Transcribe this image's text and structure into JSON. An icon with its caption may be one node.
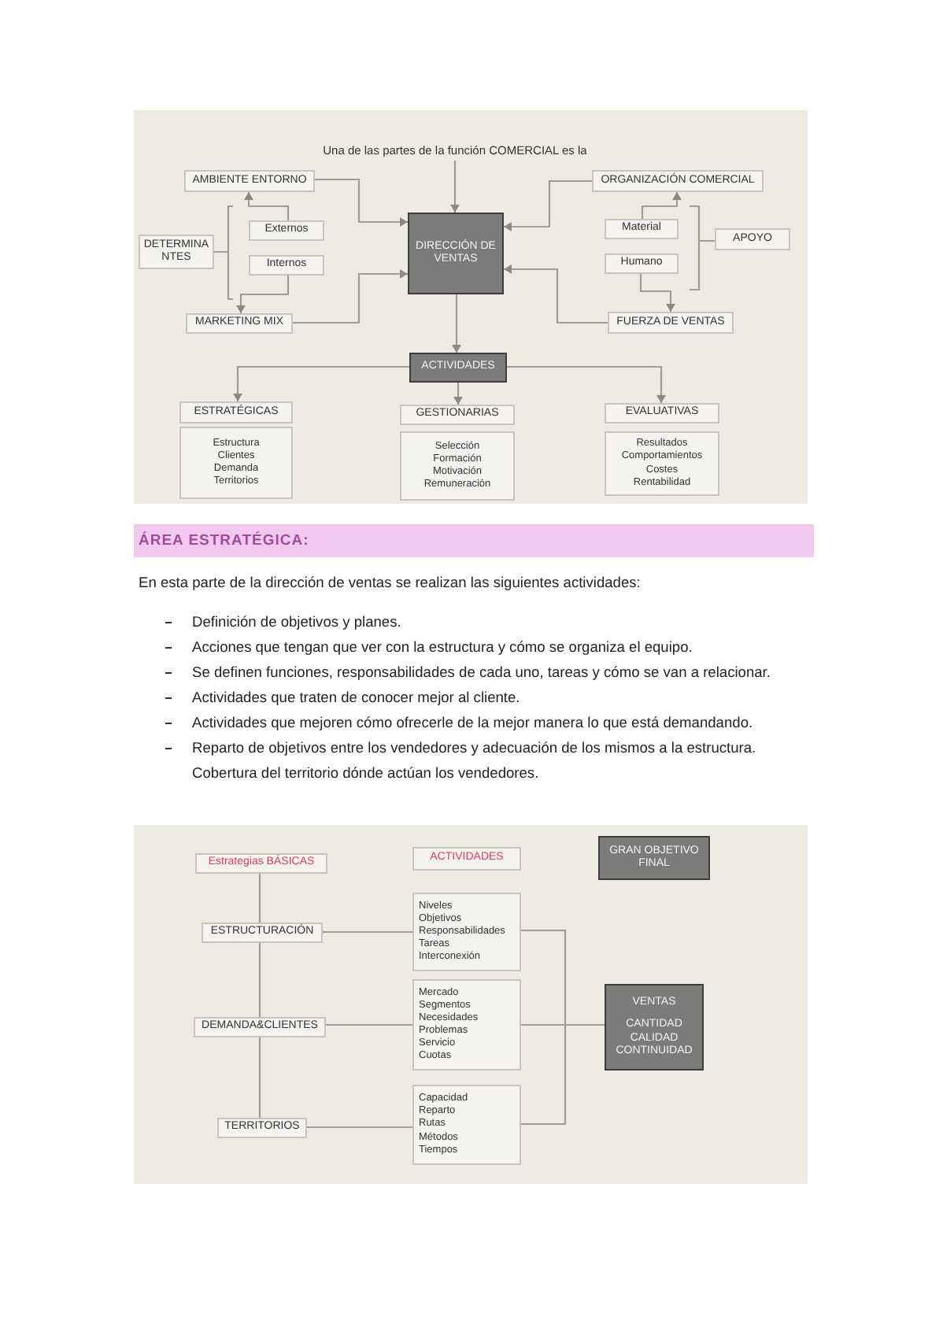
{
  "diagram": {
    "nodes": [
      {
        "text": [
          "Una de las partes de la función COMERCIAL es la"
        ]
      },
      {
        "text": [
          "AMBIENTE ENTORNO"
        ]
      },
      {
        "text": [
          "Externos"
        ]
      },
      {
        "text": [
          "Internos"
        ]
      },
      {
        "text": [
          "DETERMINA NTES"
        ]
      },
      {
        "text": [
          "MARKETING MIX"
        ]
      },
      {
        "text": [
          "DIRECCIÓN DE VENTAS"
        ]
      },
      {
        "text": [
          "ORGANIZACIÓN COMERCIAL"
        ]
      },
      {
        "text": [
          "Material"
        ]
      },
      {
        "text": [
          "Humano"
        ]
      },
      {
        "text": [
          "APOYO"
        ]
      },
      {
        "text": [
          "FUERZA DE VENTAS"
        ]
      },
      {
        "text": [
          "ACTIVIDADES"
        ]
      },
      {
        "text": [
          "ESTRATÉGICAS"
        ]
      },
      {
        "text": [
          "Estructura Clientes Demanda Territorios"
        ]
      },
      {
        "text": [
          "GESTIONARIAS"
        ]
      },
      {
        "text": [
          "Selección Formación Motivación Remuneración"
        ]
      },
      {
        "text": [
          "EVALUATIVAS"
        ]
      },
      {
        "text": [
          "Resultados Comportamientos Costes Rentabilidad"
        ]
      },
      {
        "text": [
          "Estrategias BÁSICAS"
        ]
      },
      {
        "text": [
          "ACTIVIDADES"
        ]
      },
      {
        "text": [
          "GRAN OBJETIVO FINAL"
        ]
      },
      {
        "text": [
          "ESTRUCTURACIÓN"
        ]
      },
      {
        "text": [
          "Niveles Objetivos Responsabilidades Tareas Interconexión"
        ]
      },
      {
        "text": [
          "DEMANDA&CLIENTES"
        ]
      },
      {
        "text": [
          "Mercado Segmentos Necesidades Problemas Servicio Cuotas"
        ]
      },
      {
        "text": [
          "VENTAS",
          "CANTIDAD CALIDAD CONTINUIDAD"
        ]
      },
      {
        "text": [
          "TERRITORIOS"
        ]
      },
      {
        "text": [
          "Capacidad Reparto Rutas Métodos Tiempos"
        ]
      }
    ],
    "edges": [
      {
        "from": 0,
        "to": 6,
        "arrow": "to"
      },
      {
        "from": 1,
        "to": 6,
        "arrow": "to"
      },
      {
        "from": 5,
        "to": 6,
        "arrow": "to"
      },
      {
        "from": 7,
        "to": 6,
        "arrow": "to"
      },
      {
        "from": 11,
        "to": 6,
        "arrow": "to"
      },
      {
        "from": 2,
        "to": 1,
        "arrow": "to"
      },
      {
        "from": 3,
        "to": 5,
        "arrow": "to"
      },
      {
        "from": 8,
        "to": 7,
        "arrow": "to"
      },
      {
        "from": 9,
        "to": 11,
        "arrow": "to"
      },
      {
        "from": 6,
        "to": 12,
        "arrow": "to"
      },
      {
        "from": 12,
        "to": 13,
        "arrow": "to"
      },
      {
        "from": 12,
        "to": 15,
        "arrow": "to"
      },
      {
        "from": 12,
        "to": 17,
        "arrow": "to"
      },
      {
        "from": 19,
        "to": 22,
        "arrow": "none"
      },
      {
        "from": 22,
        "to": 24,
        "arrow": "none"
      },
      {
        "from": 24,
        "to": 27,
        "arrow": "none"
      },
      {
        "from": 22,
        "to": 23,
        "arrow": "none"
      },
      {
        "from": 24,
        "to": 25,
        "arrow": "none"
      },
      {
        "from": 27,
        "to": 28,
        "arrow": "none"
      },
      {
        "from": 23,
        "to": 26,
        "arrow": "none"
      },
      {
        "from": 25,
        "to": 26,
        "arrow": "none"
      },
      {
        "from": 28,
        "to": 26,
        "arrow": "none"
      }
    ],
    "labels": [
      "ÁREA ESTRATÉGICA:",
      "En esta parte de la dirección de ventas se realizan las siguientes actividades:",
      "Definición de objetivos y planes.",
      "Acciones que tengan que ver con la estructura y cómo se organiza el equipo.",
      "Se definen funciones, responsabilidades de cada uno, tareas y cómo se van a relacionar.",
      "Actividades que traten de conocer mejor al cliente.",
      "Actividades que mejoren cómo ofrecerle de la mejor manera lo que está demandando.",
      "Reparto de objetivos entre los vendedores y adecuación de los mismos a la estructura. Cobertura del territorio dónde actúan los vendedores."
    ]
  }
}
